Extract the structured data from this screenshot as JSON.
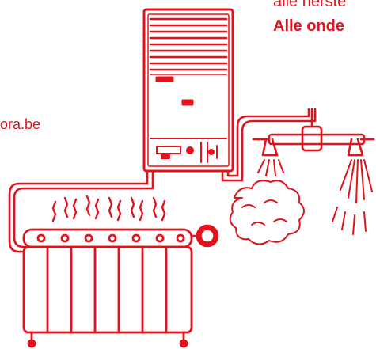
{
  "texts": {
    "top_line": "alle herste",
    "bold_line": "Alle onde",
    "side_url": "ora.be"
  },
  "colors": {
    "ink": "#e3121c",
    "background": "#ffffff"
  }
}
